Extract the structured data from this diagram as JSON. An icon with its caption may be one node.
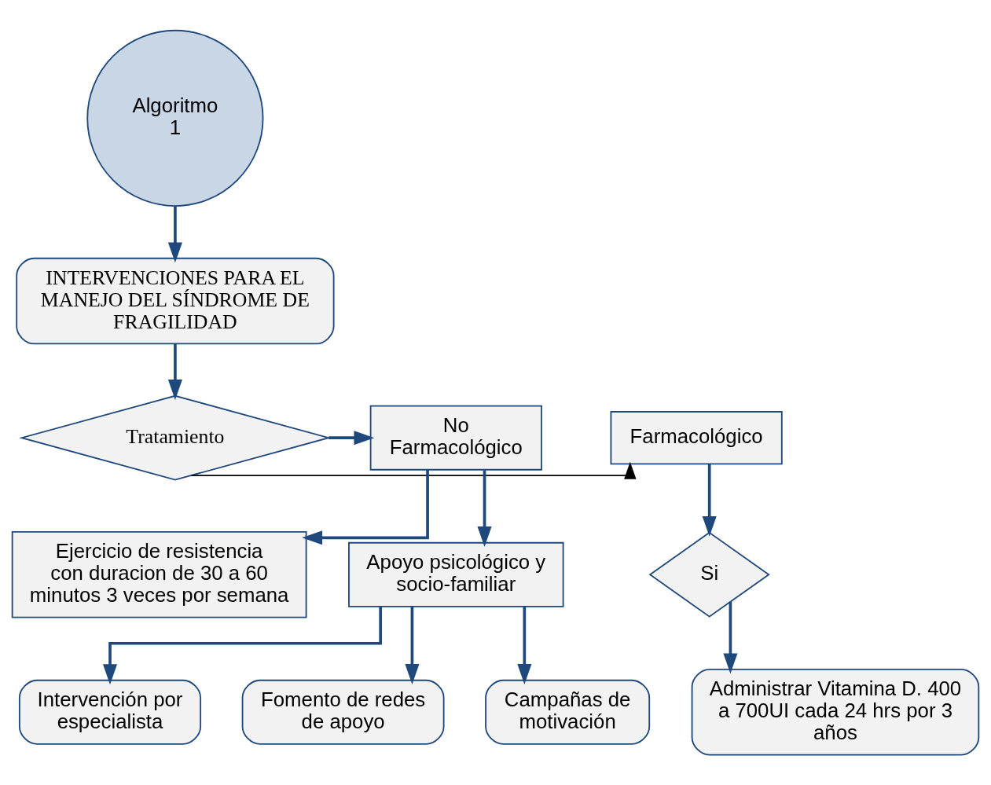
{
  "diagram": {
    "nodes": [
      {
        "text": [
          "Algoritmo 1"
        ]
      },
      {
        "text": [
          "INTERVENCIONES PARA EL MANEJO DEL SÍNDROME DE FRAGILIDAD"
        ]
      },
      {
        "text": [
          "Tratamiento"
        ]
      },
      {
        "text": [
          "Farmacológico"
        ]
      },
      {
        "text": [
          "No Farmacológico"
        ]
      },
      {
        "text": [
          "Si"
        ]
      },
      {
        "text": [
          "Administrar Vitamina D. 400 a 700UI cada 24 hrs por 3 años"
        ]
      },
      {
        "text": [
          "Ejercicio de resistencia con duracion de 30 a 60 minutos 3 veces por semana"
        ]
      },
      {
        "text": [
          "Apoyo psicológico y socio-familiar"
        ]
      },
      {
        "text": [
          "Intervención por especialista"
        ]
      },
      {
        "text": [
          "Fomento de redes de apoyo"
        ]
      },
      {
        "text": [
          "Campañas de motivación"
        ]
      }
    ],
    "edges": [
      {
        "from": 0,
        "to": 1,
        "arrow": "to"
      },
      {
        "from": 1,
        "to": 2,
        "arrow": "to"
      },
      {
        "from": 2,
        "to": 3,
        "arrow": "to",
        "color": "#000000"
      },
      {
        "from": 2,
        "to": 4,
        "arrow": "to"
      },
      {
        "from": 3,
        "to": 5,
        "arrow": "to"
      },
      {
        "from": 5,
        "to": 6,
        "arrow": "to"
      },
      {
        "from": 4,
        "to": 7,
        "arrow": "to"
      },
      {
        "from": 4,
        "to": 8,
        "arrow": "to"
      },
      {
        "from": 8,
        "to": 9,
        "arrow": "to"
      },
      {
        "from": 8,
        "to": 10,
        "arrow": "to"
      },
      {
        "from": 8,
        "to": 11,
        "arrow": "to"
      }
    ]
  }
}
